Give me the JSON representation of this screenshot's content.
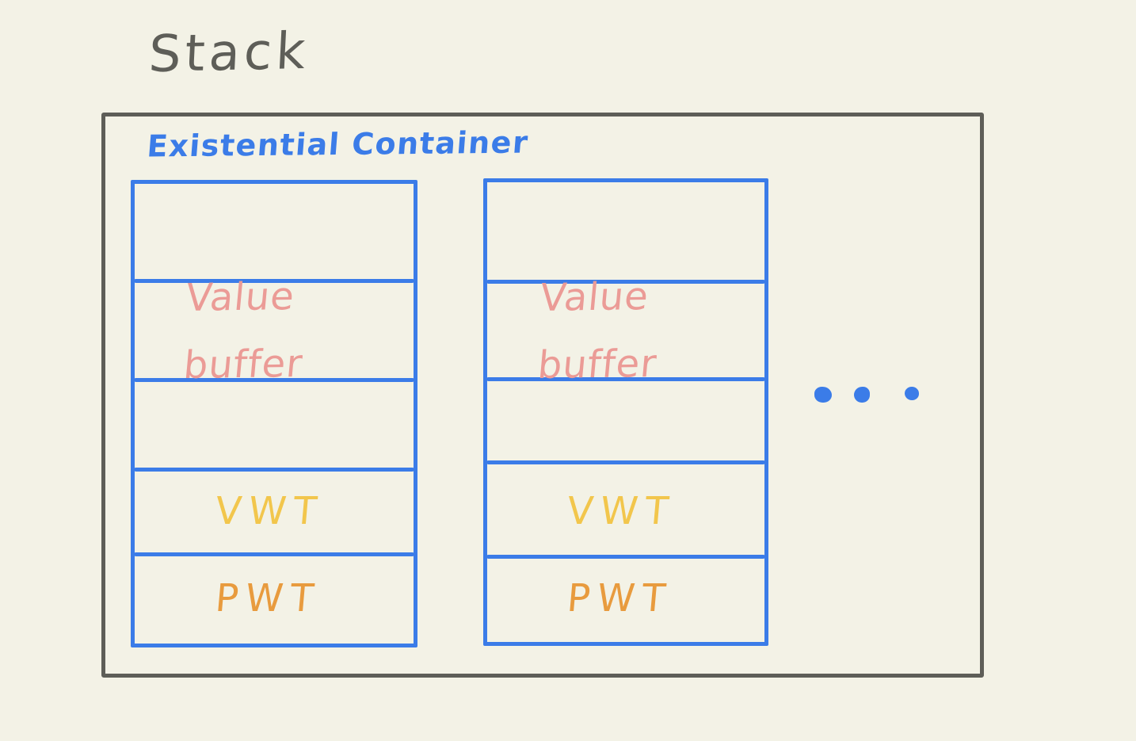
{
  "diagram": {
    "title": "Stack",
    "colors": {
      "background": "#f3f2e6",
      "frame_gray": "#5e5e58",
      "blue": "#3b7ce8",
      "value_buffer_pink": "#eb9b96",
      "vwt_yellow": "#f2c64c",
      "pwt_orange": "#e89b3e"
    },
    "container_label": "Existential Container",
    "ellipsis": {
      "icon": "ellipsis-dots",
      "count": 3
    },
    "boxes": [
      {
        "id": "existential-container-1",
        "slots": [
          {
            "label": "",
            "role": "empty-slot"
          },
          {
            "label": "Value",
            "role": "value-buffer-line-1"
          },
          {
            "label": "buffer",
            "role": "value-buffer-line-2"
          },
          {
            "label": "VWT",
            "role": "value-witness-table"
          },
          {
            "label": "PWT",
            "role": "protocol-witness-table"
          }
        ]
      },
      {
        "id": "existential-container-2",
        "slots": [
          {
            "label": "",
            "role": "empty-slot"
          },
          {
            "label": "Value",
            "role": "value-buffer-line-1"
          },
          {
            "label": "buffer",
            "role": "value-buffer-line-2"
          },
          {
            "label": "VWT",
            "role": "value-witness-table"
          },
          {
            "label": "PWT",
            "role": "protocol-witness-table"
          }
        ]
      }
    ]
  }
}
